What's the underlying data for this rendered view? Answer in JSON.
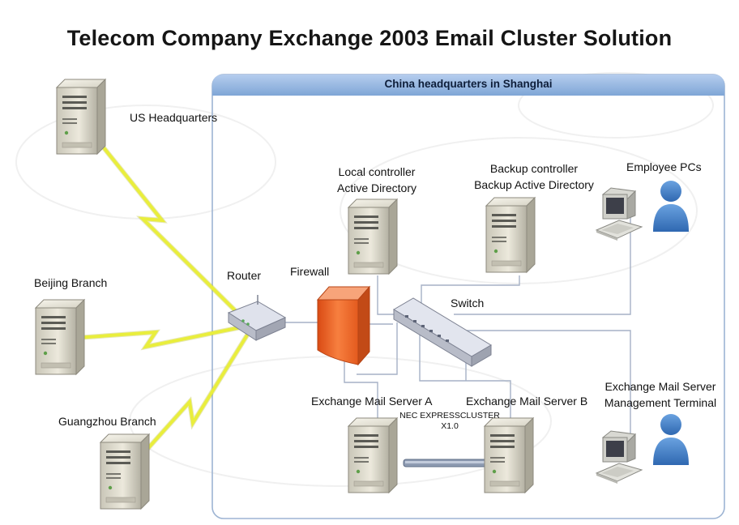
{
  "title": "Telecom Company Exchange 2003 Email Cluster Solution",
  "hq_panel": {
    "title": "China headquarters in Shanghai"
  },
  "labels": {
    "us_hq": "US Headquarters",
    "beijing": "Beijing Branch",
    "guangzhou": "Guangzhou Branch",
    "router": "Router",
    "firewall": "Firewall",
    "switch": "Switch",
    "local_controller": [
      "Local controller",
      "Active Directory"
    ],
    "backup_controller": [
      "Backup controller",
      "Backup Active Directory"
    ],
    "employee_pcs": "Employee PCs",
    "mail_server_a": "Exchange Mail Server A",
    "mail_server_b": "Exchange Mail Server B",
    "cluster": [
      "NEC EXPRESSCLUSTER",
      "X1.0"
    ],
    "mgmt_terminal": [
      "Exchange Mail Server",
      "Management Terminal"
    ]
  },
  "colors": {
    "panel_header": "#8fb4de",
    "firewall": "#f06a2c",
    "wan_link": "#e9ee3c",
    "person": "#3b78c2",
    "network_line": "#a5b1c6"
  },
  "icons": {
    "server": "server-tower-icon",
    "router": "router-icon",
    "firewall": "firewall-icon",
    "switch": "network-switch-icon",
    "workstation": "workstation-user-icon",
    "wan": "lightning-bolt-icon"
  }
}
